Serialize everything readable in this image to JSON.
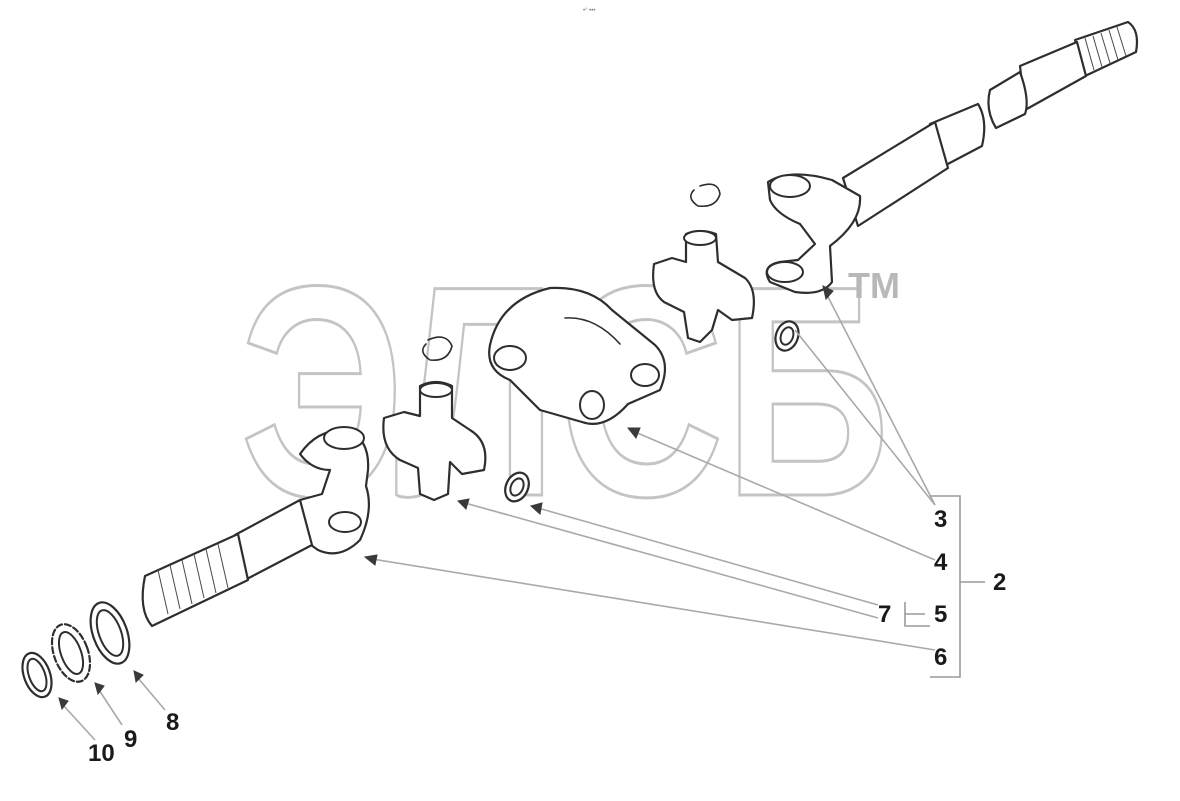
{
  "header": {
    "text": "•° •••"
  },
  "watermark": {
    "word": "ЭЛСБ",
    "tm": "TM"
  },
  "callouts": {
    "c2": "2",
    "c3": "3",
    "c4": "4",
    "c5": "5",
    "c6": "6",
    "c7": "7",
    "c8": "8",
    "c9": "9",
    "c10": "10"
  },
  "colors": {
    "outline": "#2e2e2e",
    "leader": "#a9a9a9",
    "watermark": "#c4c4c4"
  }
}
